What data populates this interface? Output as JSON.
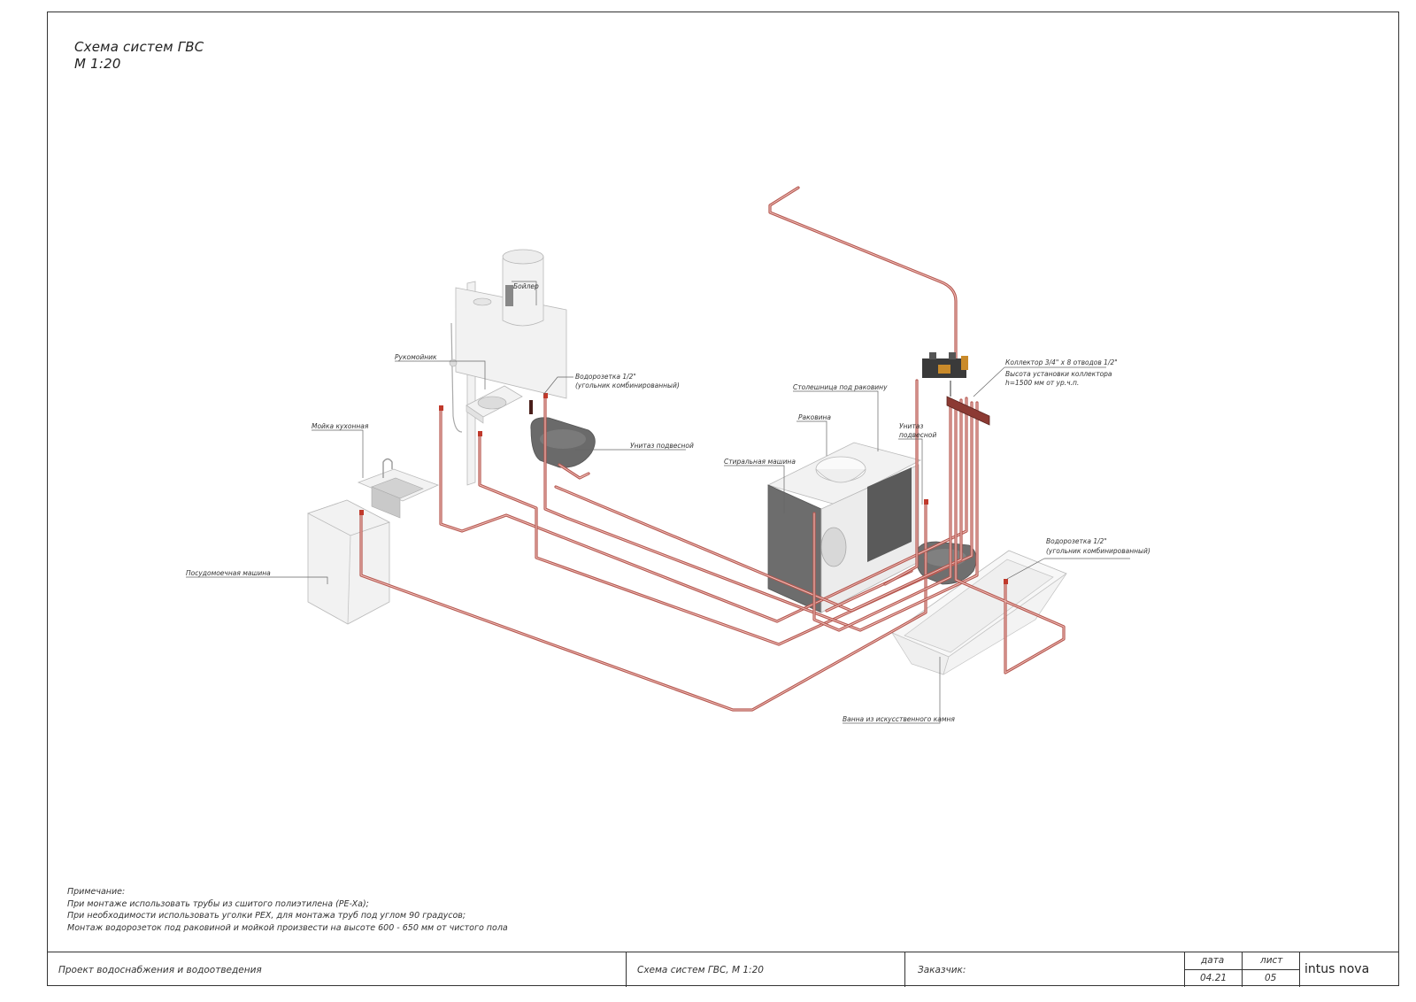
{
  "sheet": {
    "title_line1": "Схема систем ГВС",
    "title_line2": "М 1:20"
  },
  "labels": {
    "boiler": "Бойлер",
    "handbasin": "Рукомойник",
    "water_outlet_1_l1": "Водорозетка 1/2\"",
    "water_outlet_1_l2": "(угольник комбинированный)",
    "toilet_1": "Унитаз подвесной",
    "kitchen_sink": "Мойка кухонная",
    "dishwasher": "Посудомоечная машина",
    "countertop": "Столешница под раковину",
    "sink": "Раковина",
    "washing_machine": "Стиральная машина",
    "toilet_2_l1": "Унитаз",
    "toilet_2_l2": "подвесной",
    "collector_l1": "Коллектор 3/4\" х 8 отводов 1/2\"",
    "collector_l2": "Высота установки коллектора",
    "collector_l3": "h=1500 мм от ур.ч.п.",
    "water_outlet_2_l1": "Водорозетка 1/2\"",
    "water_outlet_2_l2": "(угольник комбинированный)",
    "bathtub": "Ванна из искусственного камня"
  },
  "notes": {
    "heading": "Примечание:",
    "line1": "При монтаже использовать трубы из сшитого полиэтилена (PE-Xa);",
    "line2": "При необходимости использовать уголки PEX, для монтажа труб под углом 90 градусов;",
    "line3": "Монтаж водорозеток под раковиной и мойкой произвести на высоте 600 - 650 мм от чистого пола"
  },
  "title_block": {
    "project": "Проект водоснабжения и водоотведения",
    "sheet_name": "Схема систем ГВС, М 1:20",
    "client": "Заказчик:",
    "date_header": "дата",
    "date_value": "04.21",
    "sheet_header": "лист",
    "sheet_value": "05",
    "brand": "intus nova"
  },
  "colors": {
    "pipe": "#b5574f",
    "frame": "#333333"
  }
}
